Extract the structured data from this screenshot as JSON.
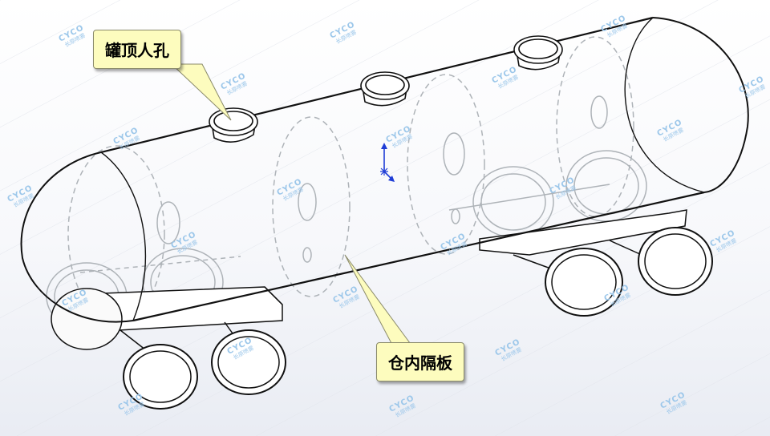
{
  "callouts": {
    "manhole": "罐顶人孔",
    "partition": "仓内隔板"
  },
  "watermark": {
    "brand": "CYCO",
    "subtitle": "长原喷雾",
    "color": "#9cc7ea"
  },
  "colors": {
    "callout_fill": "#fdfcbe",
    "triad_blue": "#1f3dd6",
    "edge_black": "#000000",
    "hidden_grey": "#aeb3b8"
  },
  "icons": [
    "coordinate-triad-icon"
  ]
}
